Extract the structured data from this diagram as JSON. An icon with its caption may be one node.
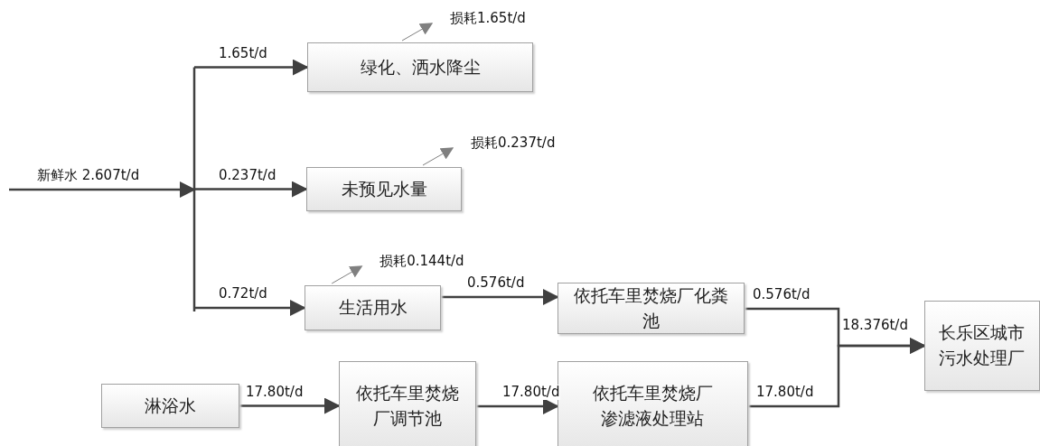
{
  "diagram": {
    "nodes": [
      {
        "text": [
          "绿化、洒水降尘"
        ]
      },
      {
        "text": [
          "未预见水量"
        ]
      },
      {
        "text": [
          "生活用水"
        ]
      },
      {
        "text": [
          "依托车里焚烧厂化粪池"
        ]
      },
      {
        "text": [
          "淋浴水"
        ]
      },
      {
        "text": [
          "依托车里焚烧厂调节池"
        ]
      },
      {
        "text": [
          "依托车里焚烧厂渗滤液处理站"
        ]
      },
      {
        "text": [
          "长乐区城市污水处理厂"
        ]
      }
    ],
    "edges": [
      {
        "from": null,
        "to": 0,
        "arrow": "to",
        "label": "1.65t/d"
      },
      {
        "from": null,
        "to": 1,
        "arrow": "to",
        "label": "0.237t/d"
      },
      {
        "from": null,
        "to": 2,
        "arrow": "to",
        "label": "0.72t/d"
      },
      {
        "from": 0,
        "to": null,
        "arrow": "to",
        "label": "损耗1.65t/d",
        "color": "#808080"
      },
      {
        "from": 1,
        "to": null,
        "arrow": "to",
        "label": "损耗0.237t/d",
        "color": "#808080"
      },
      {
        "from": 2,
        "to": null,
        "arrow": "to",
        "label": "损耗0.144t/d",
        "color": "#808080"
      },
      {
        "from": 2,
        "to": 3,
        "arrow": "to",
        "label": "0.576t/d"
      },
      {
        "from": 4,
        "to": 5,
        "arrow": "to",
        "label": "17.80t/d"
      },
      {
        "from": 5,
        "to": 6,
        "arrow": "to",
        "label": "17.80t/d"
      },
      {
        "from": 3,
        "to": 7,
        "arrow": "to",
        "label": "0.576t/d"
      },
      {
        "from": 6,
        "to": 7,
        "arrow": "to",
        "label": "17.80t/d"
      }
    ],
    "labels": [
      "新鲜水 2.607t/d",
      "18.376t/d"
    ]
  }
}
